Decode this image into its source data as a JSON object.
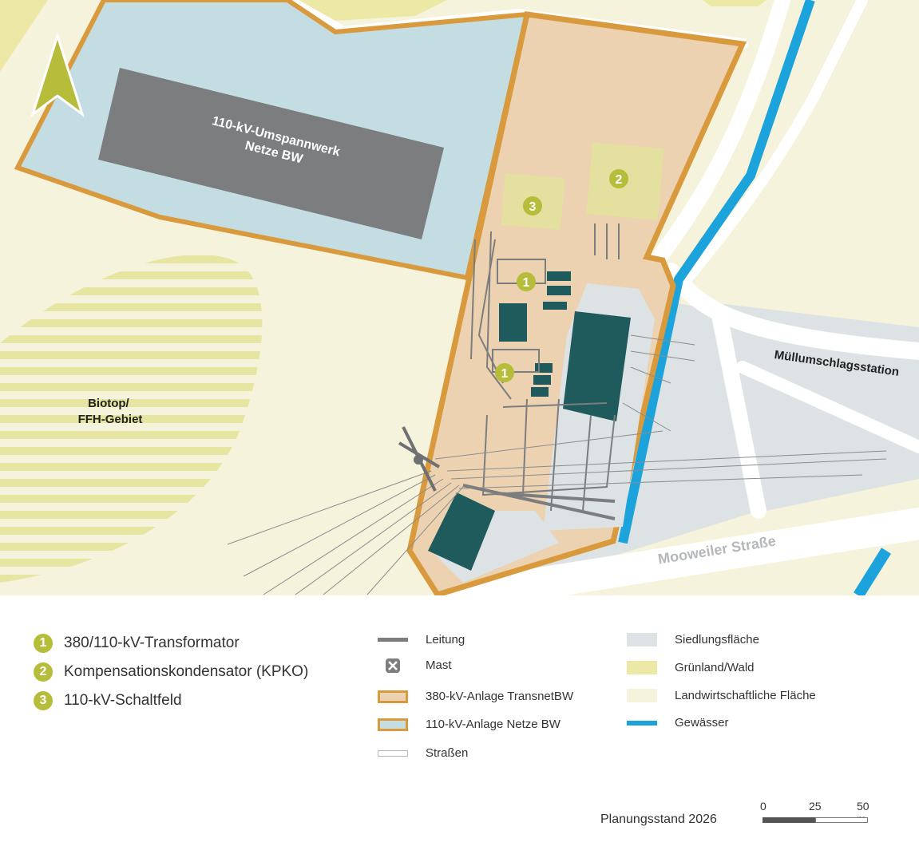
{
  "map": {
    "labels": {
      "umspannwerk_line1": "110-kV-Umspannwerk",
      "umspannwerk_line2": "Netze BW",
      "biotop_line1": "Biotop/",
      "biotop_line2": "FFH-Gebiet",
      "muell": "Müllumschlagsstation",
      "strasse": "Mooweiler Straße"
    },
    "markers": [
      {
        "number": "1"
      },
      {
        "number": "1"
      },
      {
        "number": "2"
      },
      {
        "number": "3"
      }
    ],
    "colors": {
      "landwirtschaft": "#f6f3dc",
      "gruenland": "#ece8a6",
      "siedlung": "#dde3e4",
      "anlage380": "#ecd2b0",
      "anlage380_border": "#d99a3e",
      "anlage110": "#c4dde3",
      "gewaesser": "#1ca3dc",
      "strasse": "#ffffff",
      "gebaeude": "#7b7d7f",
      "technik": "#1f5a5c",
      "marker": "#b5bd3a",
      "leitung": "#7b7d7f"
    }
  },
  "legend": {
    "numbered": [
      {
        "number": "1",
        "label": "380/110-kV-Transformator"
      },
      {
        "number": "2",
        "label": "Kompensationskondensator (KPKO)"
      },
      {
        "number": "3",
        "label": "110-kV-Schaltfeld"
      }
    ],
    "symbols_left": [
      {
        "label": "Leitung",
        "icon": "line-icon"
      },
      {
        "label": "Mast",
        "icon": "mast-icon"
      },
      {
        "label": "380-kV-Anlage TransnetBW",
        "icon": "area-380-icon"
      },
      {
        "label": "110-kV-Anlage Netze BW",
        "icon": "area-110-icon"
      },
      {
        "label": "Straßen",
        "icon": "road-icon"
      }
    ],
    "symbols_right": [
      {
        "label": "Siedlungsfläche",
        "icon": "settlement-icon"
      },
      {
        "label": "Grünland/Wald",
        "icon": "grassland-icon"
      },
      {
        "label": "Landwirtschaftliche Fläche",
        "icon": "agriculture-icon"
      },
      {
        "label": "Gewässer",
        "icon": "water-icon"
      }
    ],
    "planungsstand": "Planungsstand 2026",
    "scale": {
      "labels": [
        "0",
        "25",
        "50 m"
      ]
    }
  }
}
